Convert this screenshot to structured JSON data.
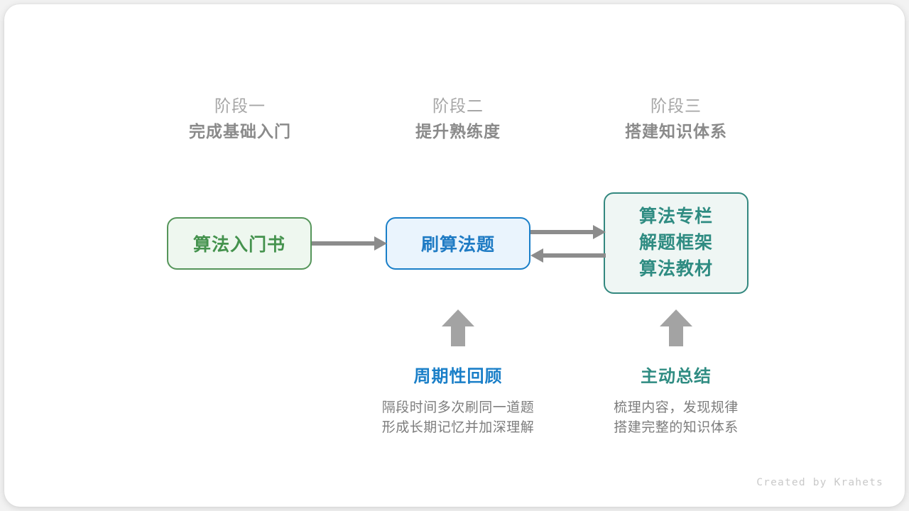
{
  "stages": [
    {
      "sub": "阶段一",
      "title": "完成基础入门"
    },
    {
      "sub": "阶段二",
      "title": "提升熟练度"
    },
    {
      "sub": "阶段三",
      "title": "搭建知识体系"
    }
  ],
  "nodes": {
    "book": {
      "label": "算法入门书",
      "color": "#44924d",
      "border": "#55955a",
      "fill": "#eef7ef"
    },
    "practice": {
      "label": "刷算法题",
      "color": "#1f7bc4",
      "border": "#1a7fc8",
      "fill": "#eaf4fd"
    },
    "resources": {
      "lines": [
        "算法专栏",
        "解题框架",
        "算法教材"
      ],
      "color": "#2f8c82",
      "border": "#33887f",
      "fill": "#eff6f4"
    }
  },
  "arrows": {
    "book_to_practice": "arrow-right",
    "practice_to_resources": "arrow-right",
    "resources_to_practice": "arrow-left",
    "review_up": "arrow-up",
    "summary_up": "arrow-up",
    "color": "#8c8c8c",
    "up_color": "#a3a3a3"
  },
  "annotations": [
    {
      "title": "周期性回顾",
      "color": "#1a7fc8",
      "desc_line1": "隔段时间多次刷同一道题",
      "desc_line2": "形成长期记忆并加深理解"
    },
    {
      "title": "主动总结",
      "color": "#2f8c82",
      "desc_line1": "梳理内容，发现规律",
      "desc_line2": "搭建完整的知识体系"
    }
  ],
  "credit": "Created by Krahets"
}
